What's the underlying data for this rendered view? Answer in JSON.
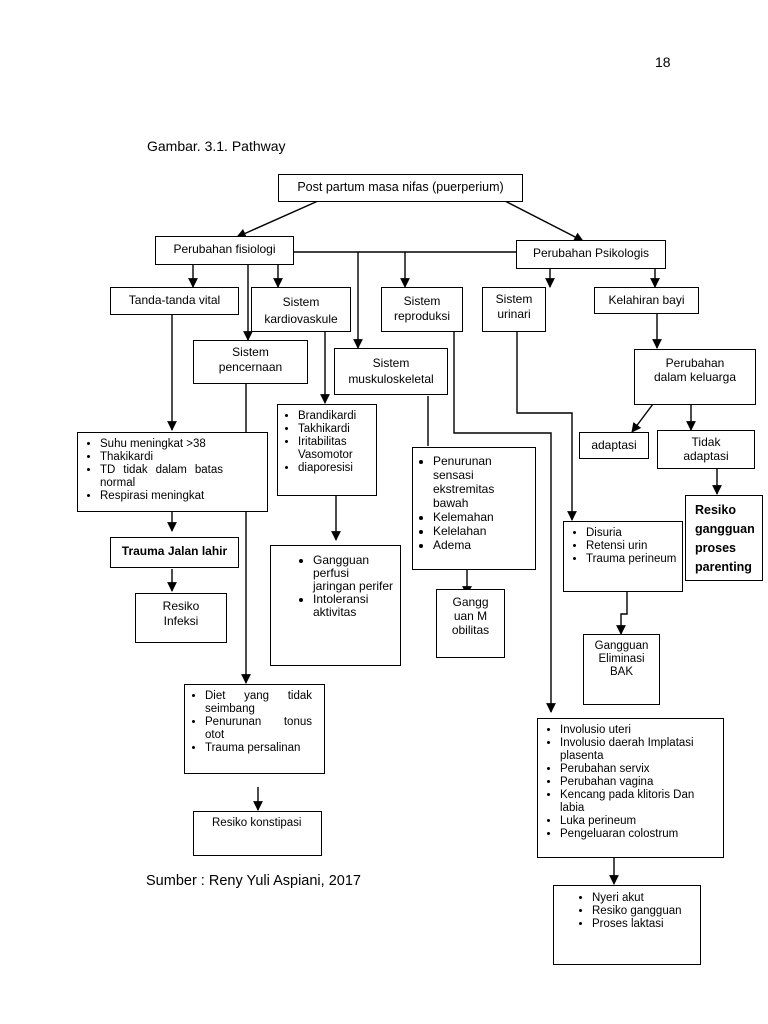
{
  "page_number": "18",
  "figure_title": "Gambar. 3.1. Pathway",
  "source": "Sumber : Reny Yuli Aspiani, 2017",
  "nodes": {
    "root": "Post partum masa nifas (puerperium)",
    "fisiologi": "Perubahan fisiologi",
    "psikologis": "Perubahan Psikologis",
    "tanda_vital": "Tanda-tanda vital",
    "kardiovaskuler": "Sistem kardiovaskule",
    "reproduksi": "Sistem reproduksi",
    "urinari": "Sistem urinari",
    "kelahiran_bayi": "Kelahiran bayi",
    "pencernaan": "Sistem pencernaan",
    "muskuloskeletal": "Sistem muskuloskeletal",
    "perubahan_keluarga": "Perubahan dalam keluarga",
    "adaptasi": "adaptasi",
    "tidak_adaptasi": "Tidak adaptasi",
    "resiko_parenting": "Resiko gangguan proses parenting",
    "trauma_jalan_lahir": "Trauma Jalan lahir",
    "resiko_infeksi": "Resiko Infeksi",
    "gangguan_mobilitas": "Gangguan Mobilitas",
    "gangguan_eliminasi": "Gangguan Eliminasi BAK",
    "resiko_konstipasi": "Resiko konstipasi"
  },
  "lists": {
    "vital_signs": [
      "Suhu meningkat >38",
      "Thakikardi",
      "TD tidak dalam batas normal",
      "Respirasi meningkat"
    ],
    "cardio": [
      "Brandikardi",
      "Takhikardi",
      "Iritabilitas Vasomotor",
      "diaporesisi"
    ],
    "cardio_outcome": [
      "Gangguan perfusi jaringan perifer",
      "Intoleransi aktivitas"
    ],
    "musculo": [
      "Penurunan sensasi ekstremitas bawah",
      "Kelemahan",
      "Kelelahan",
      "Adema"
    ],
    "urinary": [
      "Disuria",
      "Retensi urin",
      "Trauma perineum"
    ],
    "digestive": [
      "Diet yang tidak seimbang",
      "Penurunan tonus otot",
      "Trauma persalinan"
    ],
    "reproductive": [
      "Involusio uteri",
      "Involusio daerah Implatasi plasenta",
      "Perubahan servix",
      "Perubahan vagina",
      "Kencang pada klitoris Dan labia",
      "Luka perineum",
      "Pengeluaran colostrum"
    ],
    "reproductive_outcome": [
      "Nyeri akut",
      "Resiko gangguan",
      "Proses laktasi"
    ]
  }
}
